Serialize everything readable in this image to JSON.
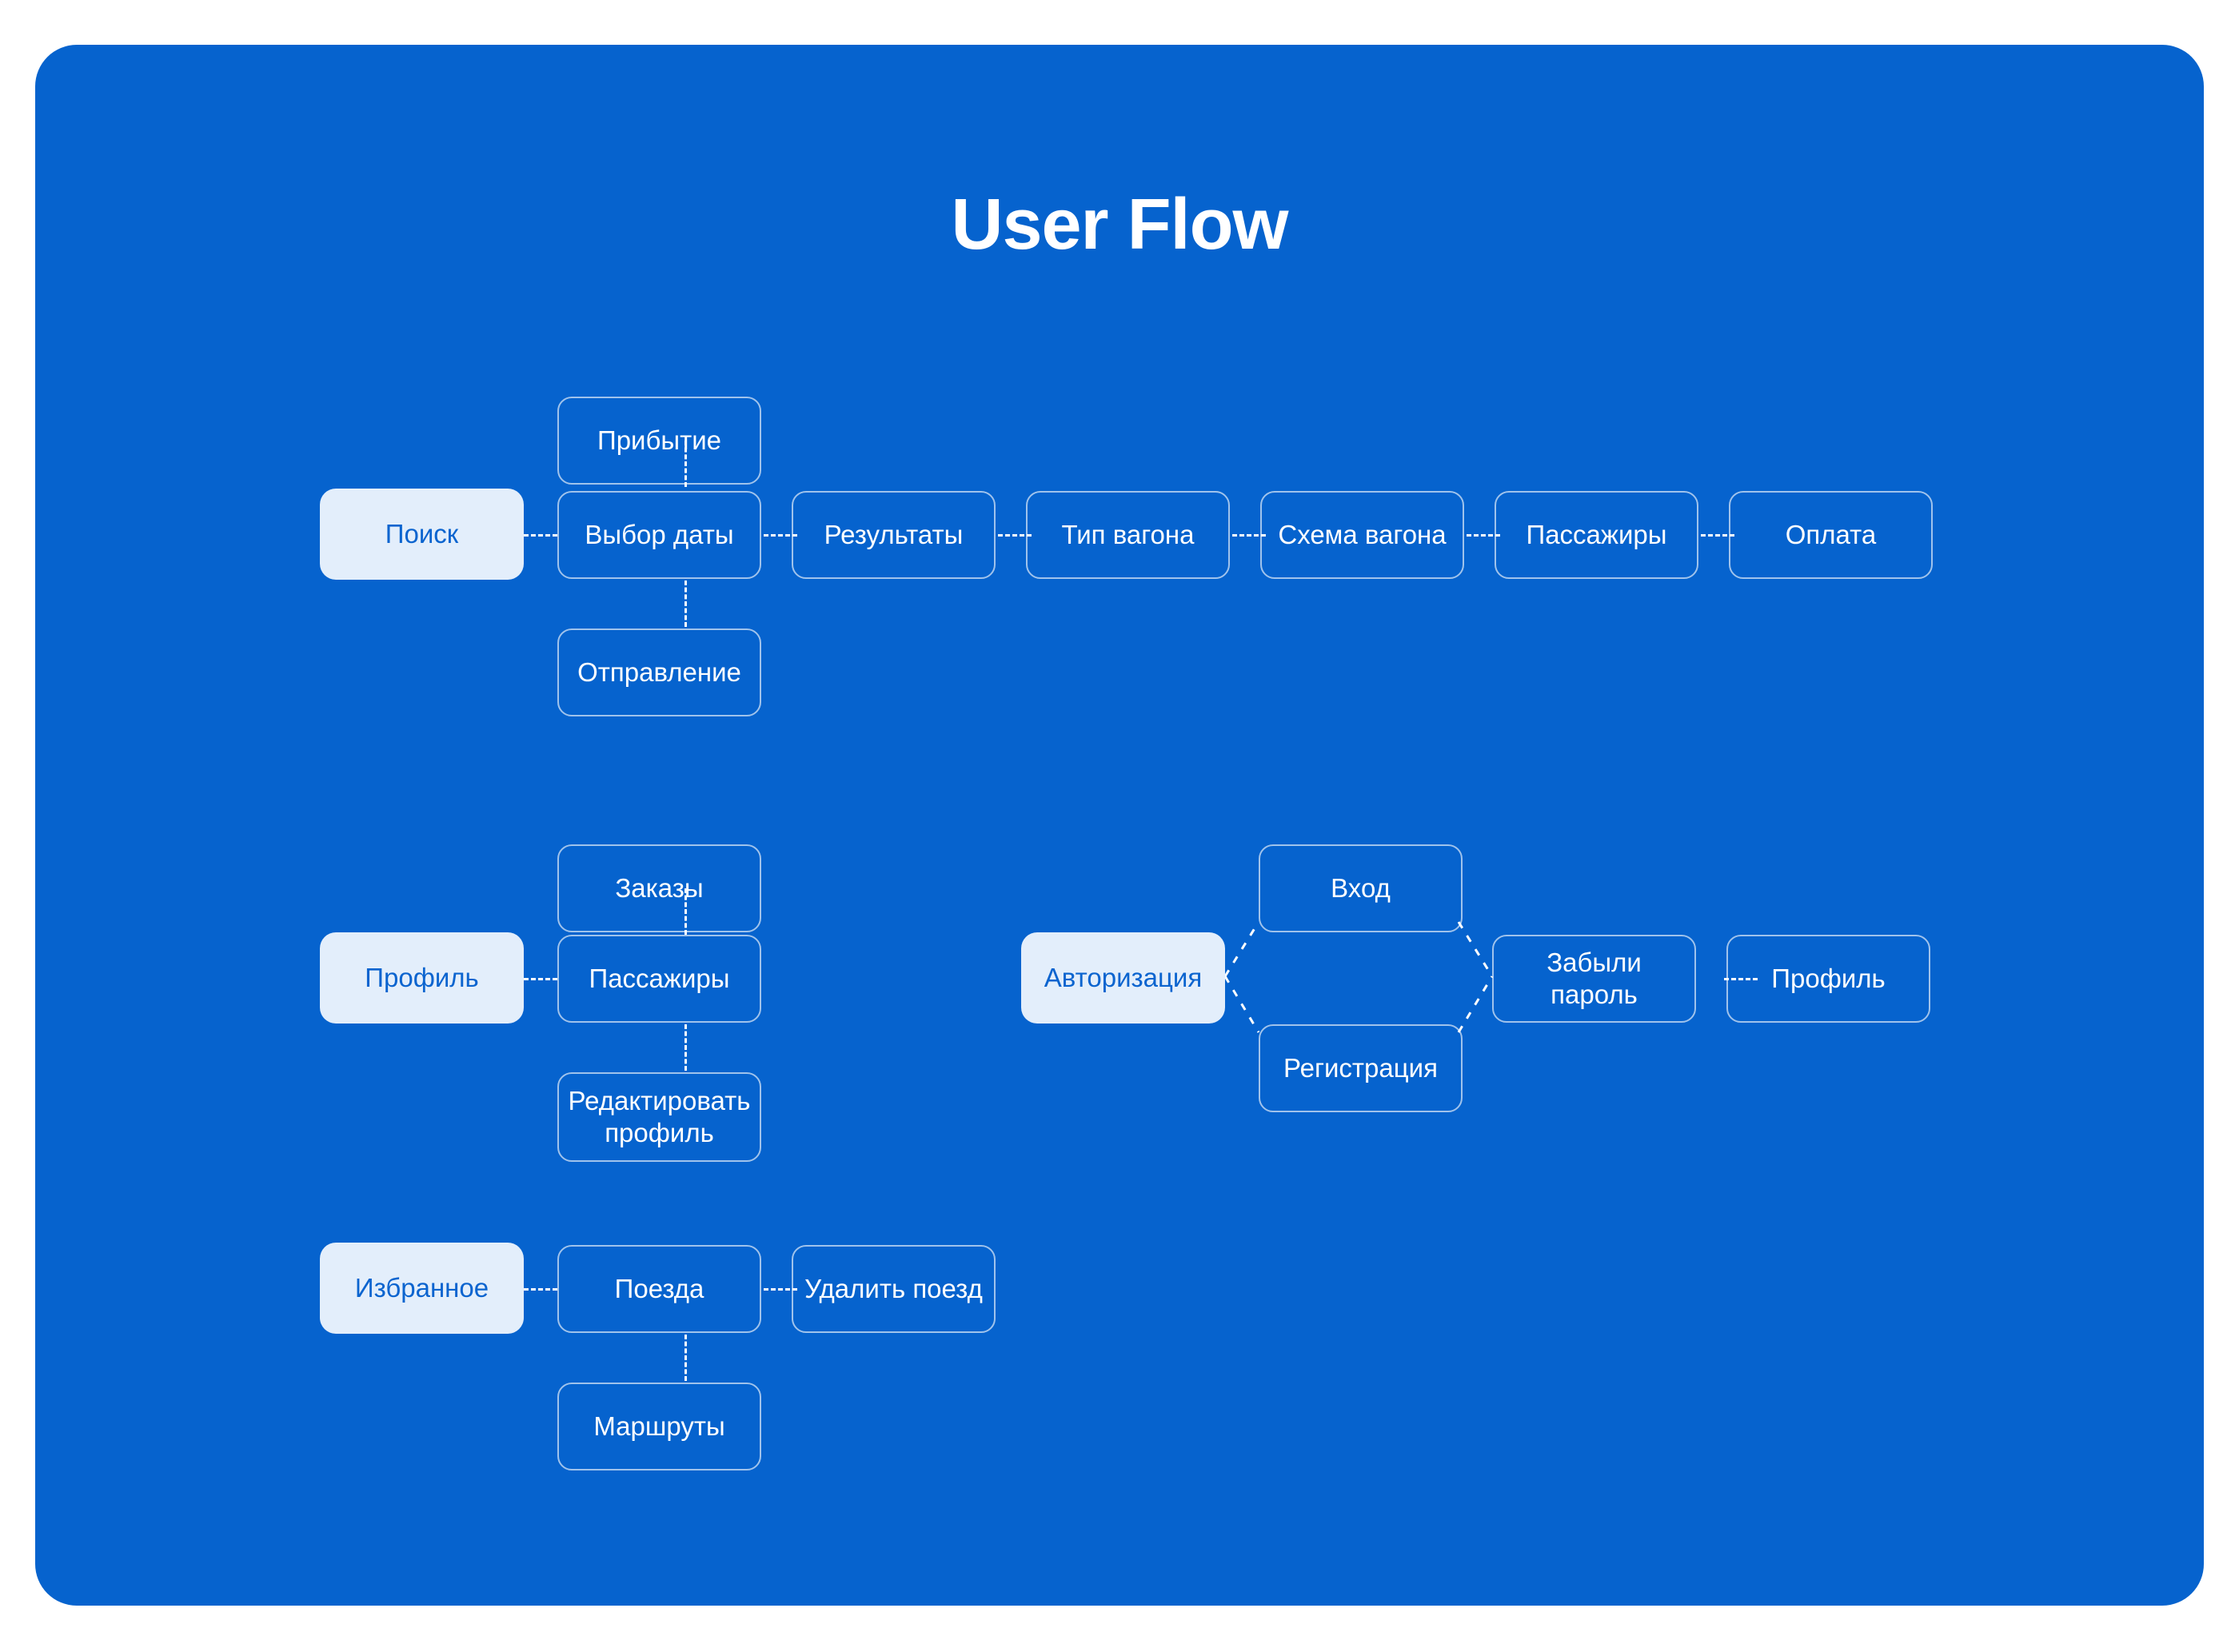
{
  "panel": {
    "background_color": "#0663ce",
    "highlight_color": "#e3eefb",
    "node_text_color": "#ffffff",
    "highlight_text_color": "#0b64cf"
  },
  "title": "User Flow",
  "flows": [
    {
      "name": "search-flow",
      "root": {
        "label": "Поиск",
        "highlight": true
      },
      "nodes": [
        {
          "label": "Прибытие"
        },
        {
          "label": "Выбор даты"
        },
        {
          "label": "Отправление"
        },
        {
          "label": "Результаты"
        },
        {
          "label": "Тип вагона"
        },
        {
          "label": "Схема вагона"
        },
        {
          "label": "Пассажиры"
        },
        {
          "label": "Оплата"
        }
      ]
    },
    {
      "name": "profile-flow",
      "root": {
        "label": "Профиль",
        "highlight": true
      },
      "nodes": [
        {
          "label": "Заказы"
        },
        {
          "label": "Пассажиры"
        },
        {
          "label": "Редактировать профиль"
        }
      ]
    },
    {
      "name": "auth-flow",
      "root": {
        "label": "Авторизация",
        "highlight": true
      },
      "nodes": [
        {
          "label": "Вход"
        },
        {
          "label": "Регистрация"
        },
        {
          "label": "Забыли пароль"
        },
        {
          "label": "Профиль"
        }
      ]
    },
    {
      "name": "favorites-flow",
      "root": {
        "label": "Избранное",
        "highlight": true
      },
      "nodes": [
        {
          "label": "Поезда"
        },
        {
          "label": "Удалить поезд"
        },
        {
          "label": "Маршруты"
        }
      ]
    }
  ]
}
